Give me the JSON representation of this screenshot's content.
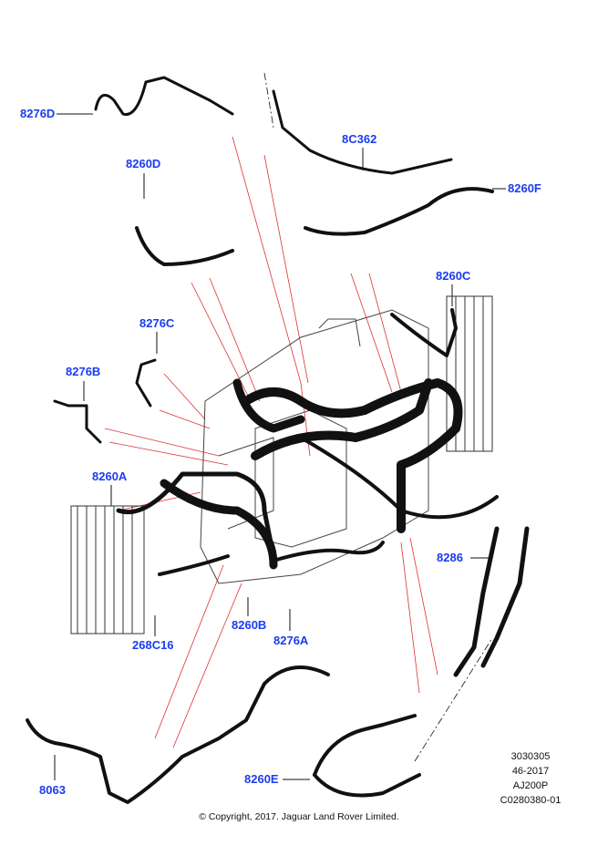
{
  "callouts": {
    "c8276D": "8276D",
    "c8C362": "8C362",
    "c8260D": "8260D",
    "c8260F": "8260F",
    "c8260C": "8260C",
    "c8276C": "8276C",
    "c8276B": "8276B",
    "c8260A": "8260A",
    "c8286": "8286",
    "c268C16": "268C16",
    "c8260B": "8260B",
    "c8276A": "8276A",
    "c8063": "8063",
    "c8260E": "8260E"
  },
  "reference": {
    "line1": "3030305",
    "line2": "46-2017",
    "line3": "AJ200P",
    "line4": "C0280380-01"
  },
  "copyright": "© Copyright, 2017. Jaguar Land Rover Limited.",
  "colors": {
    "callout": "#1a3cf0",
    "leader": "#e03030",
    "hose": "#111111"
  }
}
